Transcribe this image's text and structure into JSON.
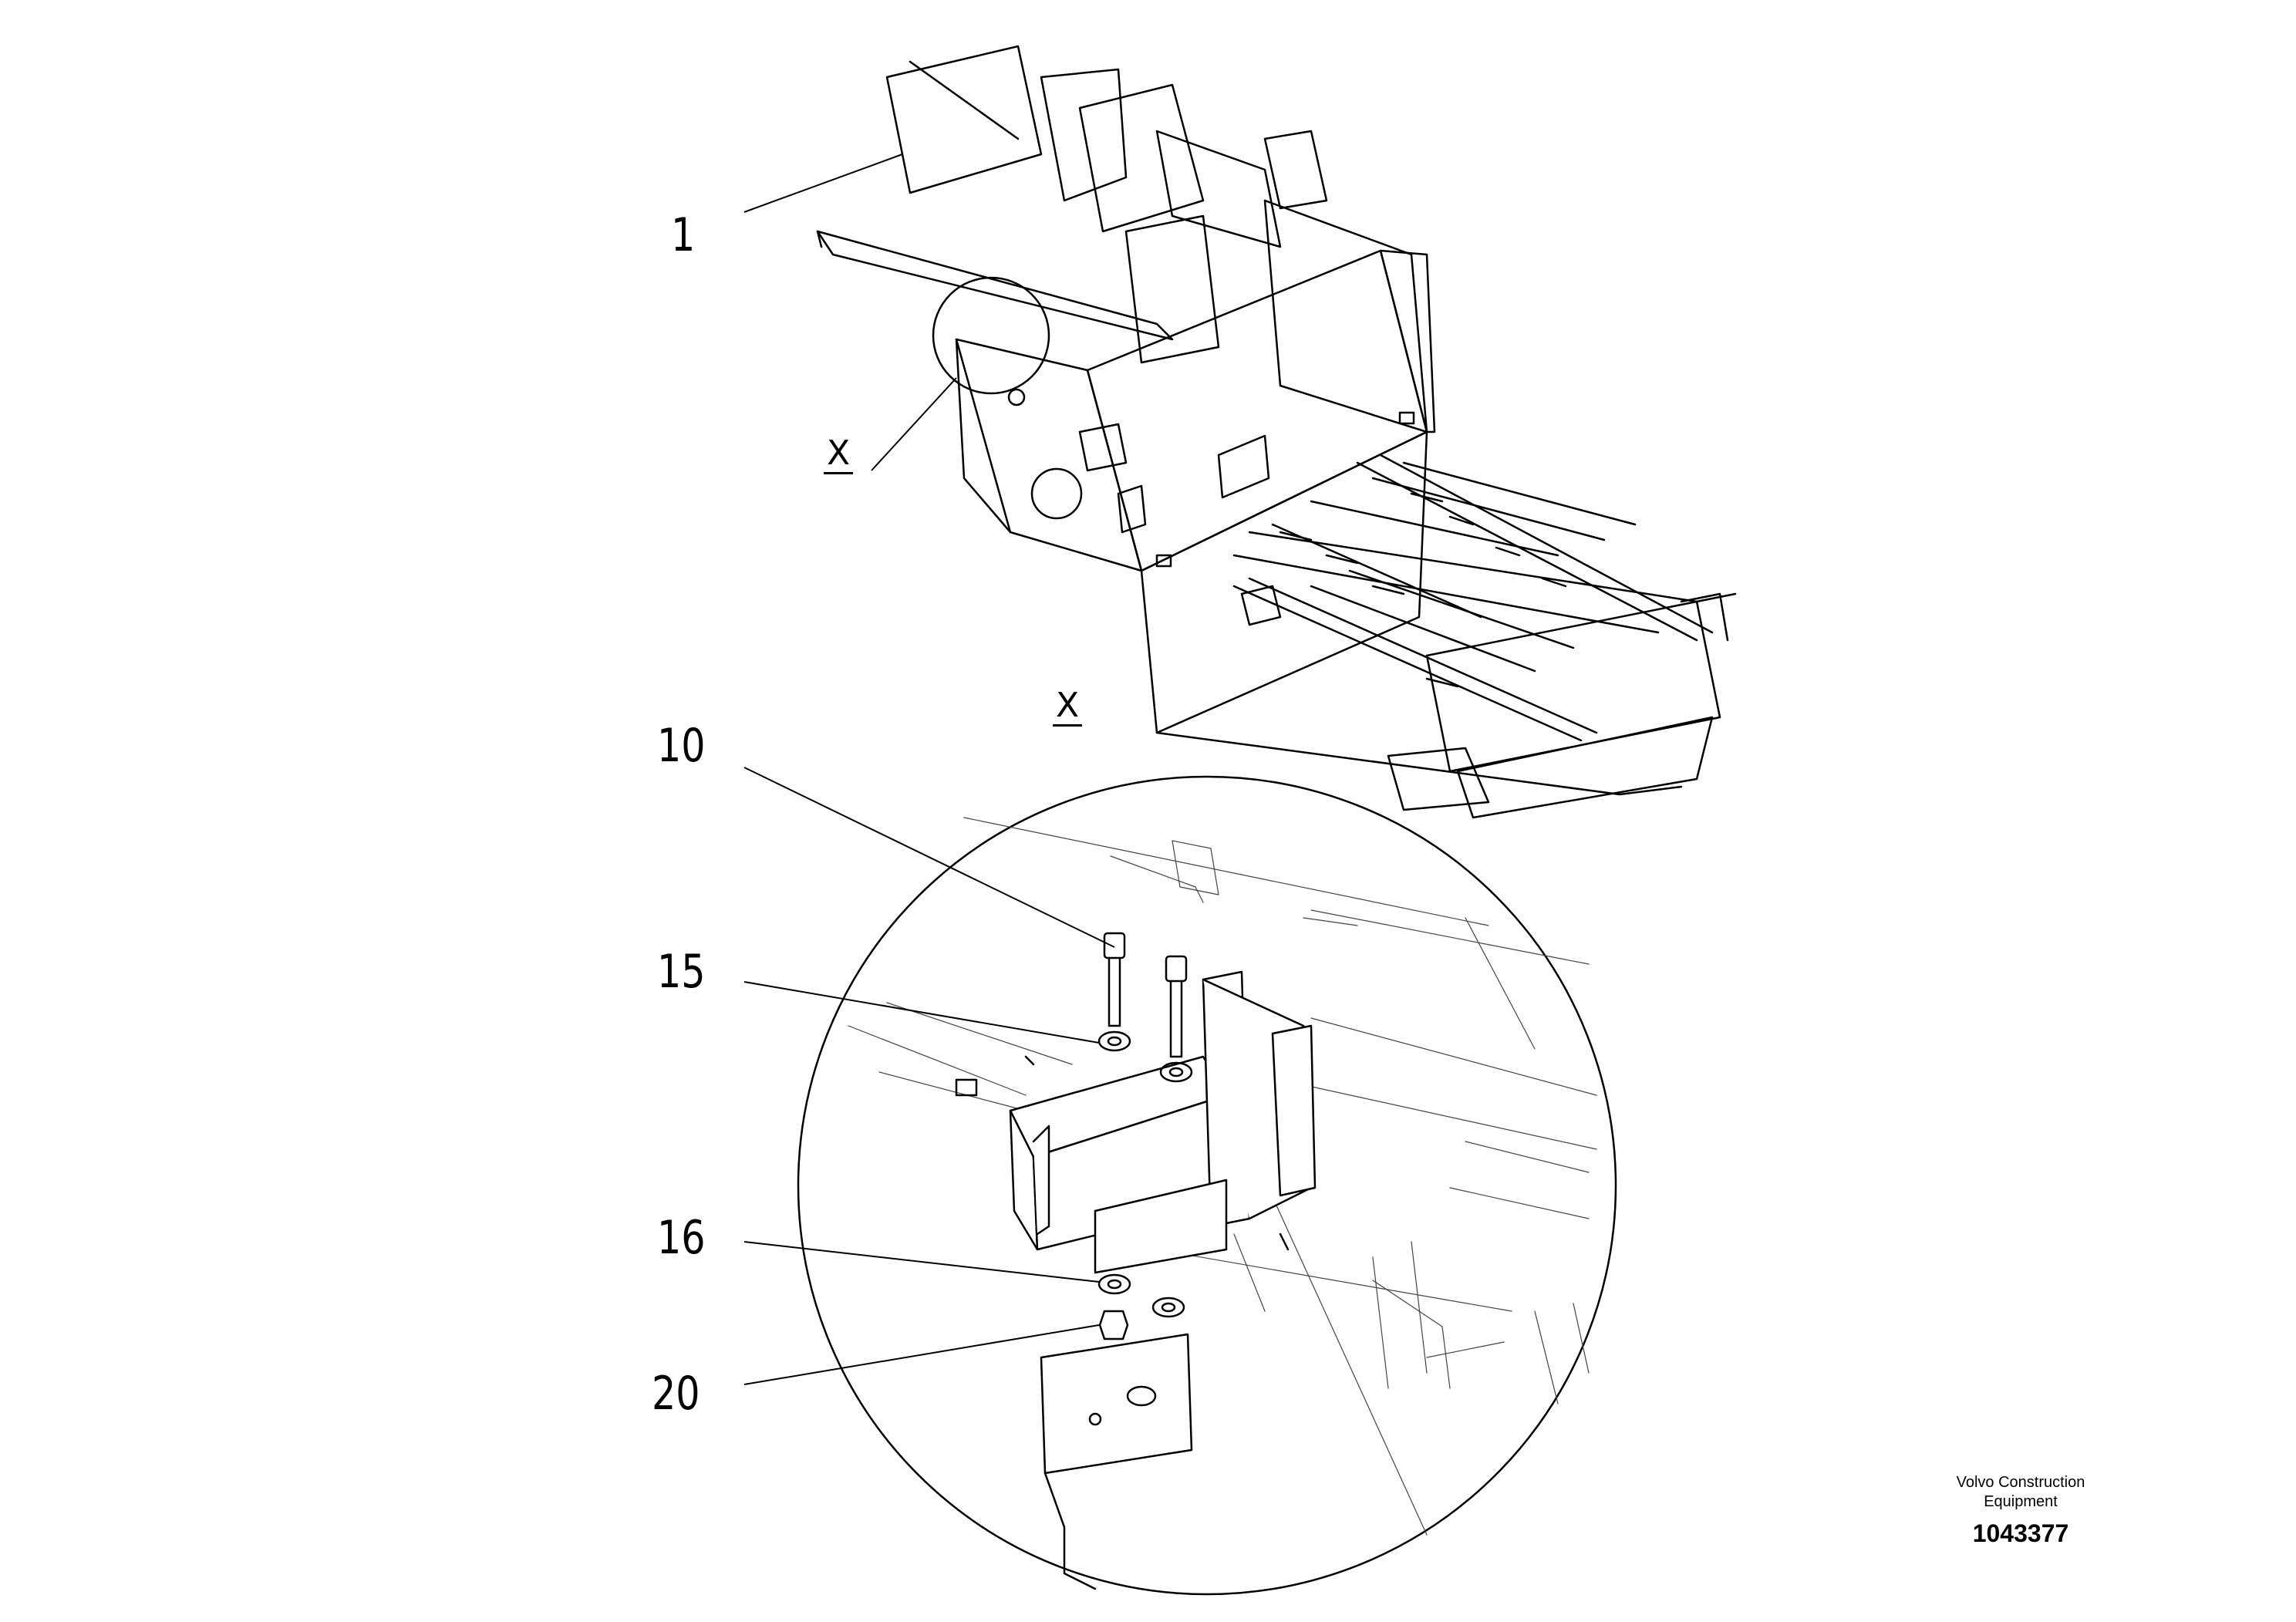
{
  "callouts": {
    "c1": "1",
    "c10": "10",
    "c15": "15",
    "c16": "16",
    "c20": "20"
  },
  "view_labels": {
    "detail_marker": "X",
    "detail_title": "X"
  },
  "title_block": {
    "company_line1": "Volvo Construction",
    "company_line2": "Equipment",
    "document_number": "1043377"
  },
  "colors": {
    "line": "#000000",
    "background": "#ffffff"
  }
}
